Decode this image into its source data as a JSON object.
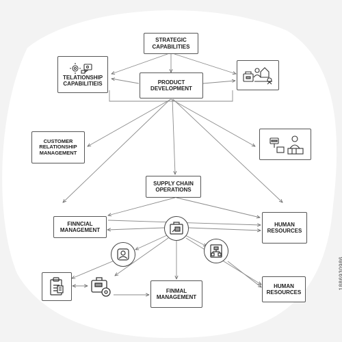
{
  "nodes": {
    "strategic": "STRATEGIC\nCAPABILITIES",
    "relationship": "TELATIONSHIP\nCAPABILITIEIS",
    "product": "PRODUCT\nDEVELOPMENT",
    "crm": "CUSTOMER\nRELATIONSHIP\nMANAGEMENT",
    "supply": "SUPPLY CHAIN\nOPERATIONS",
    "financial": "FINNCIAL\nMANAGEMENT",
    "hr1": "HUMAN\nRESOURCES",
    "finmal": "FINMAL\nMANAGEMENT",
    "hr2": "HUMAN\nRESOURCES"
  },
  "icons": {
    "relationship": "gear-chat-icon",
    "top_right": "organization-icon",
    "mid_right": "team-presentation-icon",
    "center_hub": "toolbox-icon",
    "user_circle": "user-target-icon",
    "clipboard": "clipboard-icon",
    "briefcase": "briefcase-gear-icon",
    "org_circle": "org-chart-icon"
  },
  "watermark": "1886930986"
}
